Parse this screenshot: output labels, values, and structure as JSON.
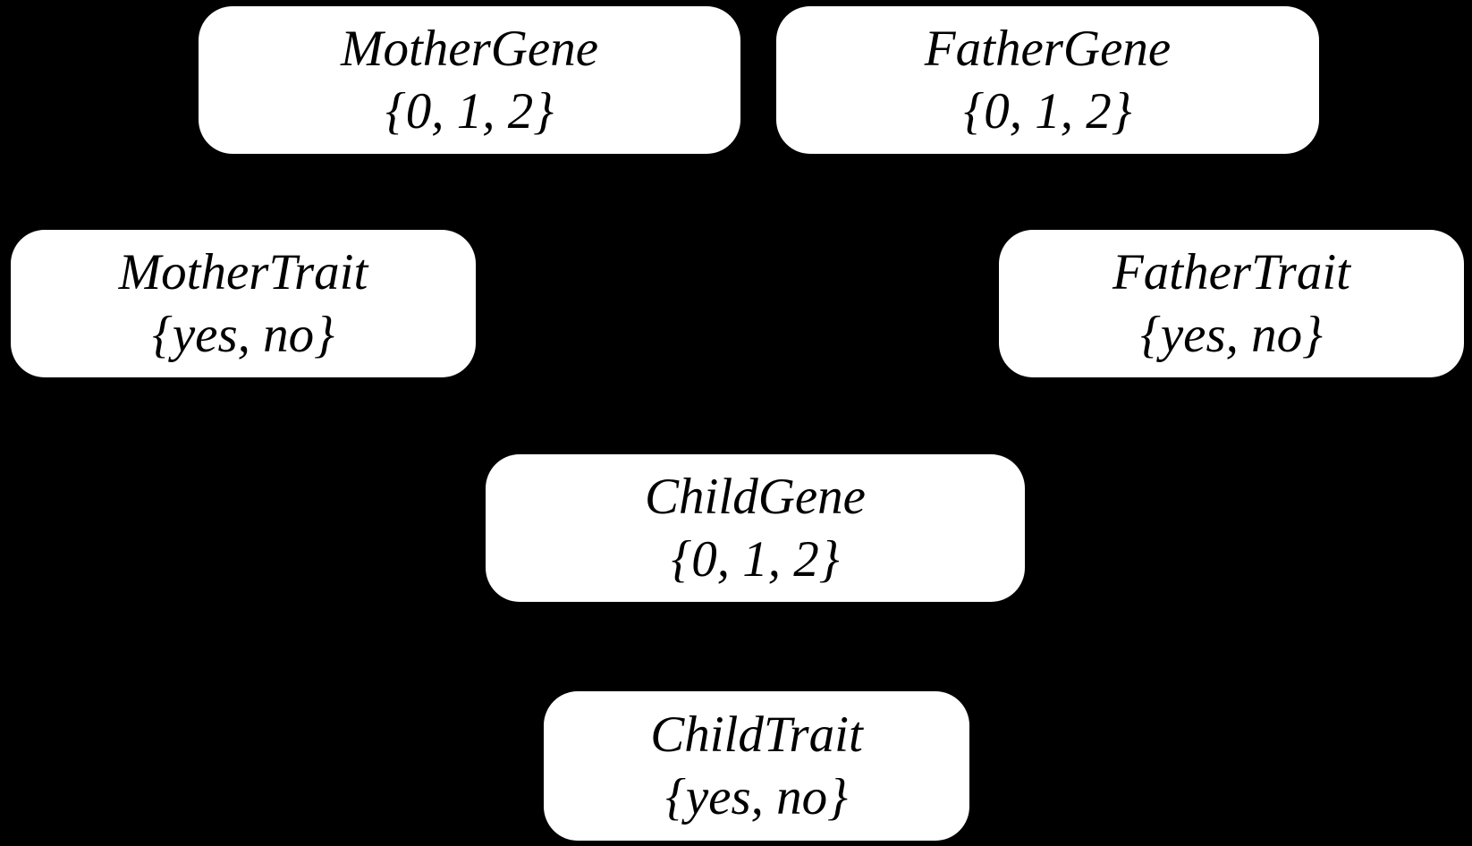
{
  "canvas": {
    "background_color": "#000000",
    "node_fill_color": "#ffffff",
    "node_text_color": "#000000"
  },
  "diagram": {
    "type": "bayesian-network",
    "nodes": [
      {
        "id": "mother-gene",
        "name": "MotherGene",
        "domain": "{0, 1, 2}"
      },
      {
        "id": "father-gene",
        "name": "FatherGene",
        "domain": "{0, 1, 2}"
      },
      {
        "id": "mother-trait",
        "name": "MotherTrait",
        "domain": "{yes, no}"
      },
      {
        "id": "father-trait",
        "name": "FatherTrait",
        "domain": "{yes, no}"
      },
      {
        "id": "child-gene",
        "name": "ChildGene",
        "domain": "{0, 1, 2}"
      },
      {
        "id": "child-trait",
        "name": "ChildTrait",
        "domain": "{yes, no}"
      }
    ]
  }
}
